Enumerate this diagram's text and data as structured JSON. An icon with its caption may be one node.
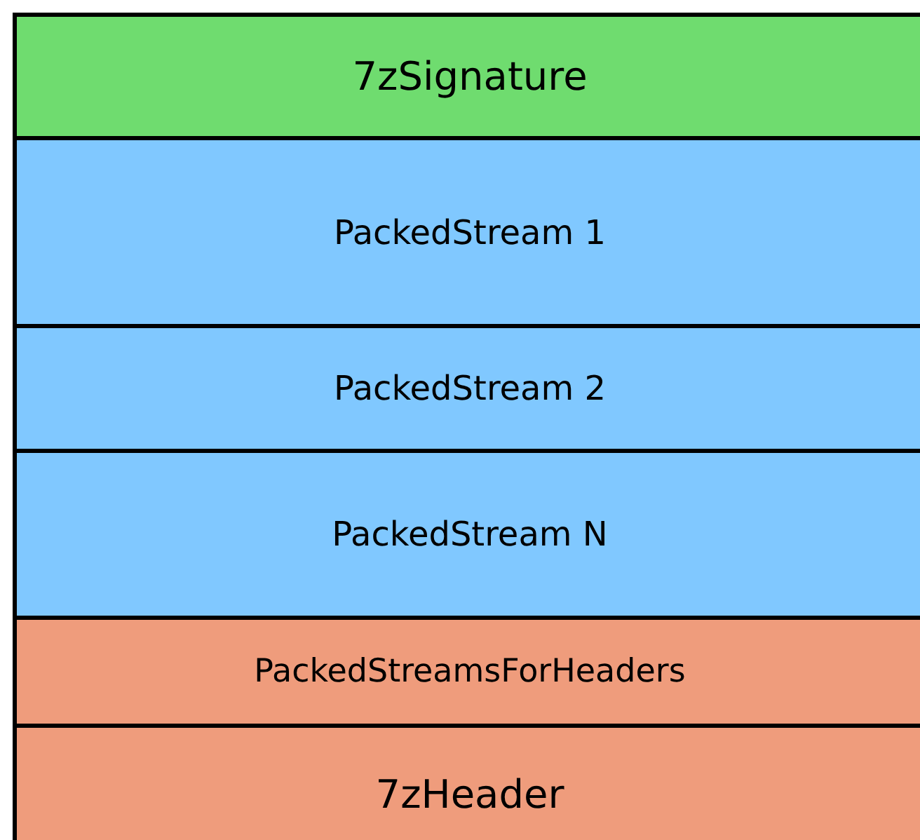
{
  "diagram": {
    "nodes": [
      {
        "text": [
          "7zSignature"
        ]
      },
      {
        "text": [
          "PackedStream 1"
        ]
      },
      {
        "text": [
          "PackedStream 2"
        ]
      },
      {
        "text": [
          "PackedStream N"
        ]
      },
      {
        "text": [
          "PackedStreamsForHeaders"
        ]
      },
      {
        "text": [
          "7zHeader"
        ]
      }
    ]
  }
}
